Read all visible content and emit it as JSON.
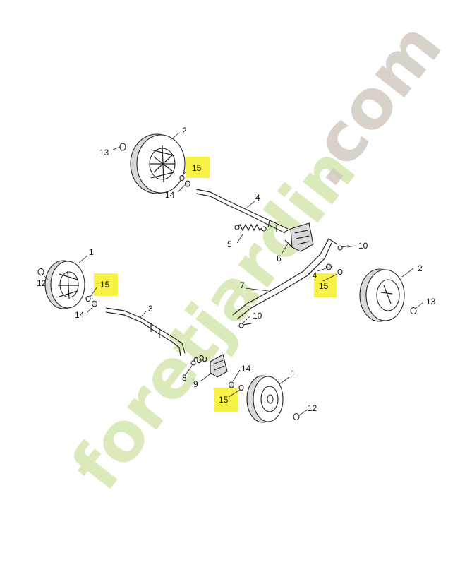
{
  "watermark": {
    "brand_main": "foretjardin",
    "brand_com": ".com",
    "colors": {
      "main": "#cfe4a3",
      "accent": "#f2cf9a",
      "com": "#cfc8bd"
    }
  },
  "highlight_color": "#f7f245",
  "callouts": {
    "wheel_rear_left": "2",
    "cap_rear_left": "13",
    "washer_rear_left": "15",
    "nut_rear_left": "14",
    "axle_rear": "4",
    "spring_rear": "5",
    "bracket_rear": "6",
    "bolt_right_top": "10",
    "rod_link": "7",
    "wheel_rear_right": "2",
    "cap_rear_right": "13",
    "nut_rear_right": "14",
    "washer_rear_right": "15",
    "bolt_center": "10",
    "wheel_front_left": "1",
    "cap_front_left": "12",
    "washer_front_left": "15",
    "nut_front_left": "14",
    "axle_front": "3",
    "spring_front": "8",
    "bracket_front": "9",
    "nut_front_right": "14",
    "washer_front_right": "15",
    "wheel_front_right": "1",
    "cap_front_right": "12"
  }
}
